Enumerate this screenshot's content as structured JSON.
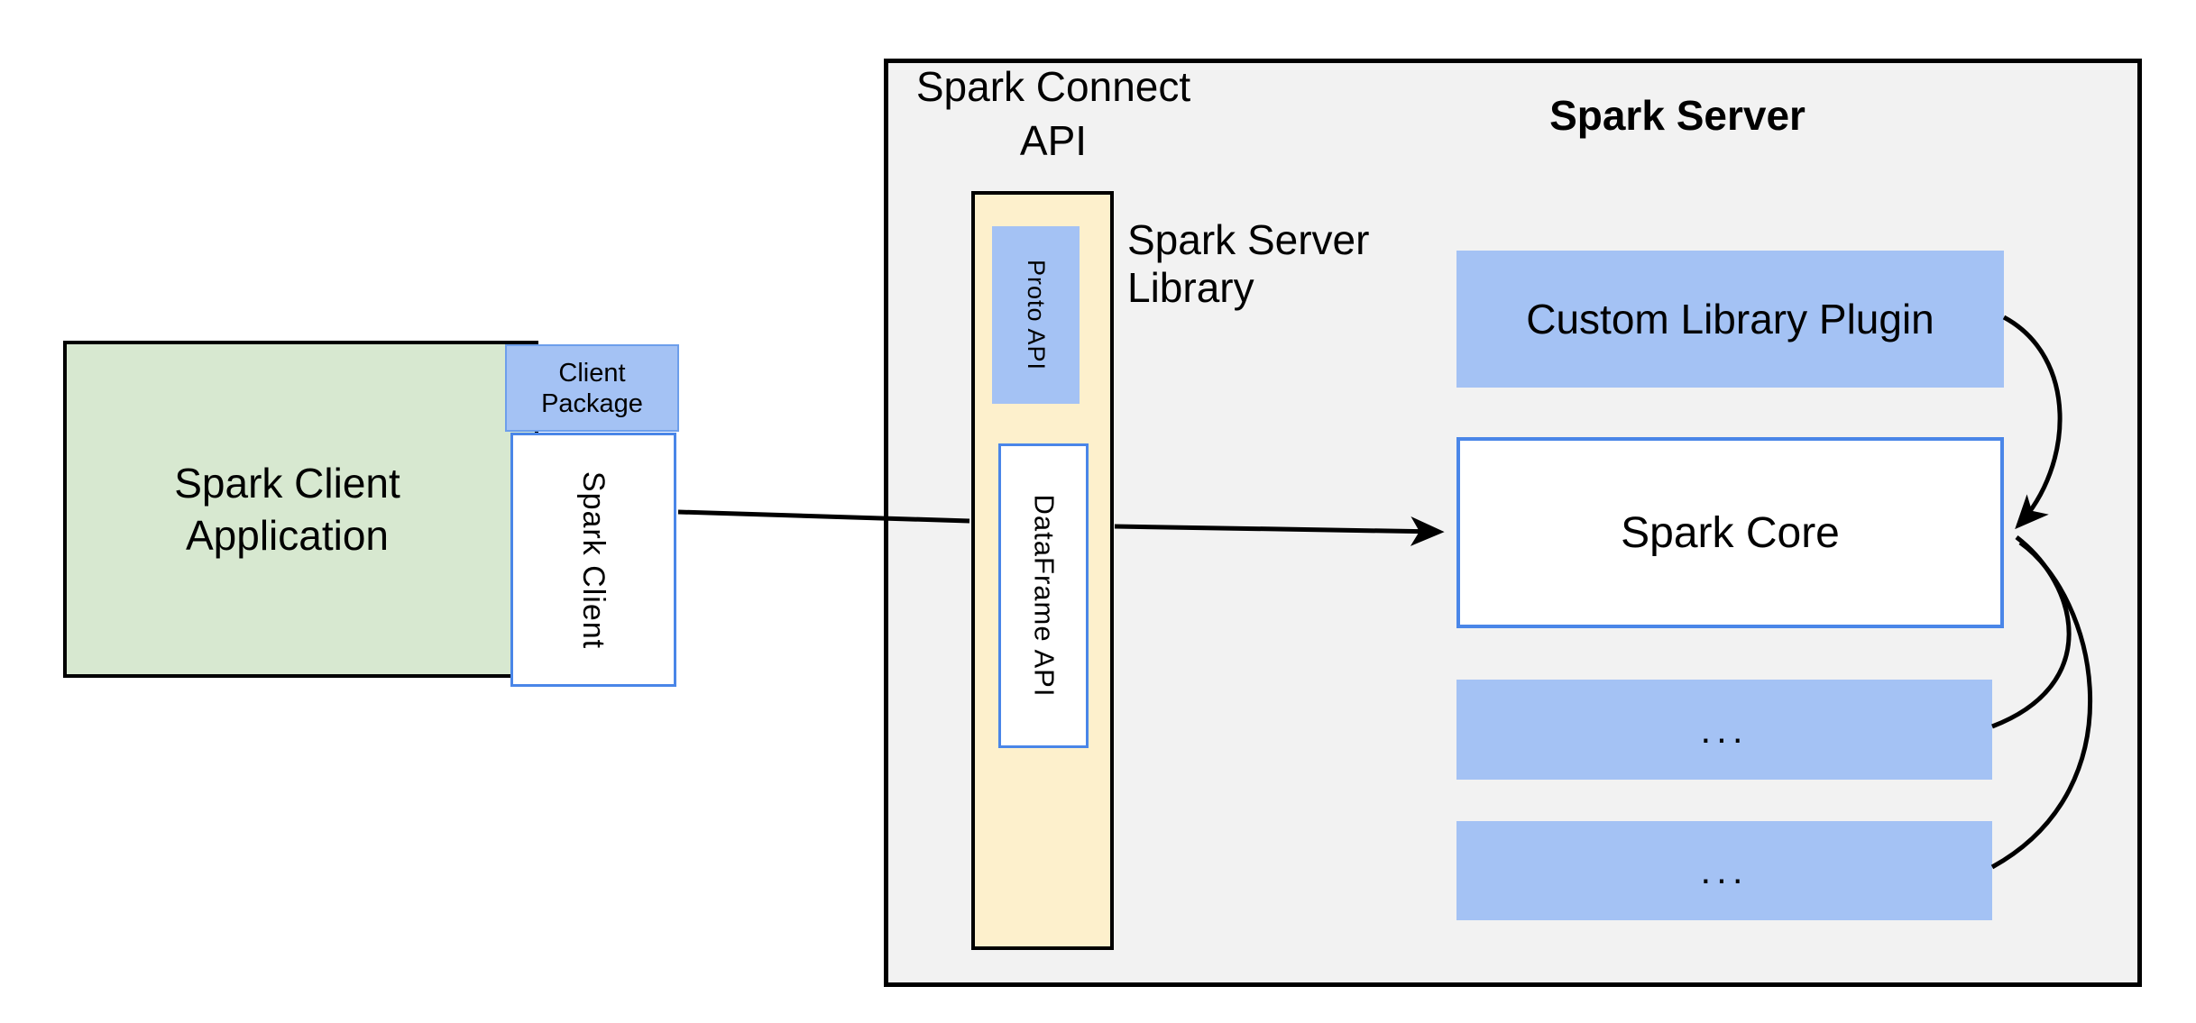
{
  "colors": {
    "green-fill": "#d7e8d0",
    "blue-fill": "#a4c2f4",
    "yellow-fill": "#fdf0cc",
    "gray-fill": "#f2f2f2",
    "blue-border": "#4a86e8",
    "package-border": "#6d9eeb",
    "line-color": "#000000"
  },
  "client_application": {
    "line1": "Spark Client",
    "line2": "Application"
  },
  "client_package": {
    "line1": "Client",
    "line2": "Package"
  },
  "spark_client": {
    "label": "Spark Client"
  },
  "spark_connect_api": {
    "line1": "Spark Connect",
    "line2": "API"
  },
  "spark_server": {
    "title": "Spark Server"
  },
  "proto_api": {
    "label": "Proto API"
  },
  "dataframe_api": {
    "label": "DataFrame API"
  },
  "spark_server_library": {
    "line1": "Spark Server",
    "line2": "Library"
  },
  "custom_library_plugin": {
    "label": "Custom Library Plugin"
  },
  "spark_core": {
    "label": "Spark Core"
  },
  "plugin_placeholder_1": {
    "label": "..."
  },
  "plugin_placeholder_2": {
    "label": "..."
  }
}
